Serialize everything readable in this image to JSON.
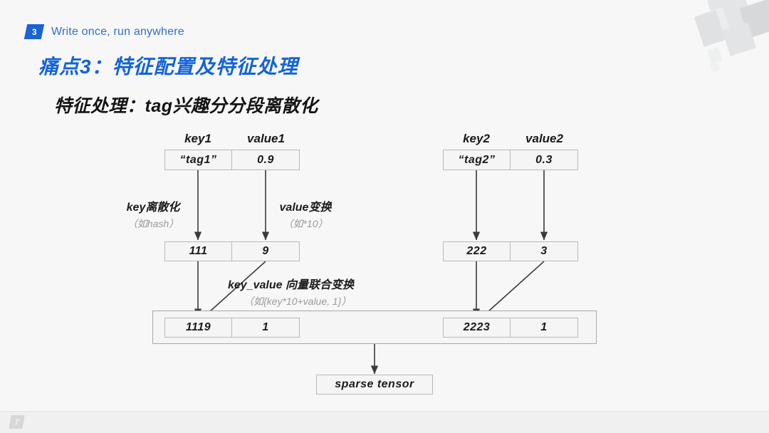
{
  "header": {
    "badge_number": "3",
    "kicker": "Write once, run anywhere",
    "accent_color": "#1463d8"
  },
  "title": "痛点3：特征配置及特征处理",
  "subtitle": "特征处理：tag兴趣分分段离散化",
  "diagram": {
    "column_labels": {
      "key1": "key1",
      "value1": "value1",
      "key2": "key2",
      "value2": "value2"
    },
    "row_input": {
      "key1": "“tag1”",
      "value1": "0.9",
      "key2": "“tag2”",
      "value2": "0.3"
    },
    "row_transformed": {
      "key1": "111",
      "value1": "9",
      "key2": "222",
      "value2": "3"
    },
    "row_combined": {
      "key1": "1119",
      "value1": "1",
      "key2": "2223",
      "value2": "1"
    },
    "notes": {
      "key_note_main": "key离散化",
      "key_note_sub": "（如hash）",
      "value_note_main": "value变换",
      "value_note_sub": "（如*10）",
      "combine_note_main": "key_value 向量联合变换",
      "combine_note_sub": "（如{key*10+value, 1}）"
    },
    "output": "sparse tensor"
  },
  "footer": {
    "logo_glyph": "T"
  }
}
